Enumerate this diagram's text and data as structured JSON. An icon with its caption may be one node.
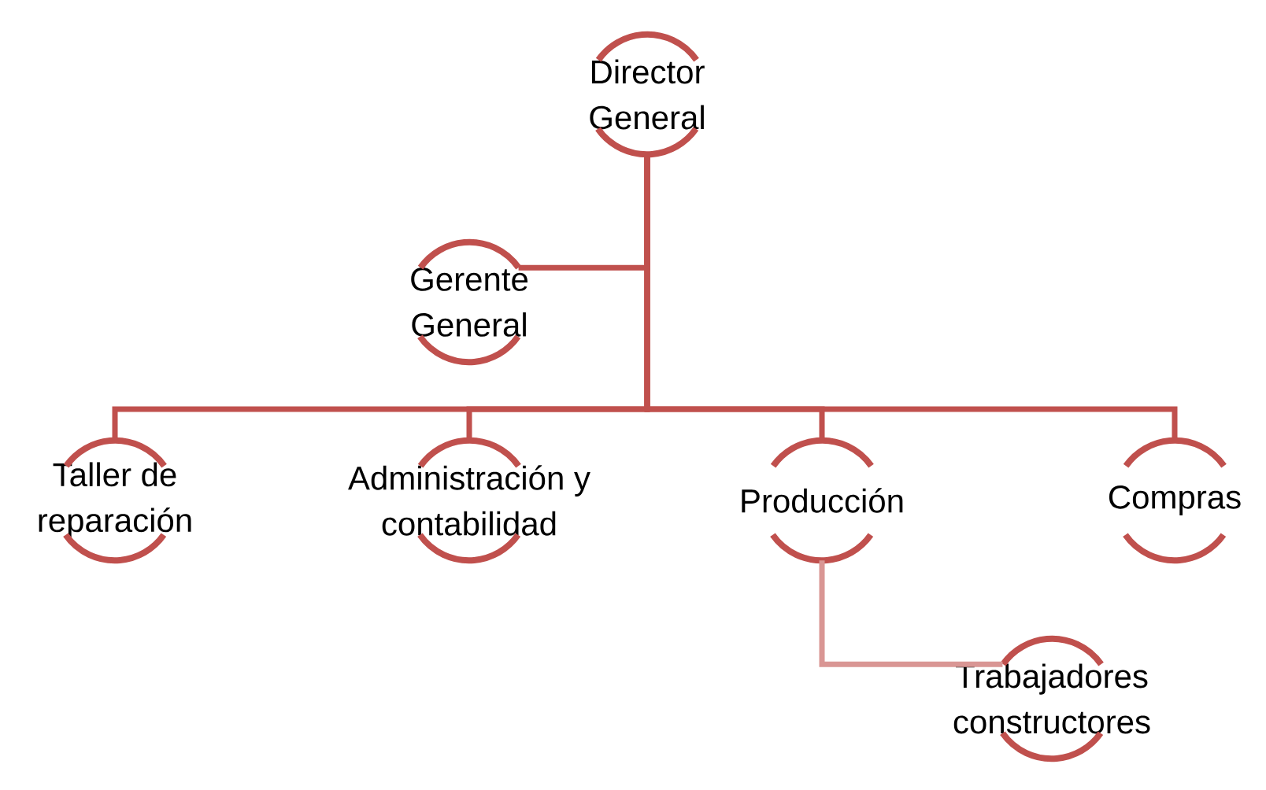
{
  "diagram": {
    "nodes": [
      {
        "text": [
          "Director General"
        ]
      },
      {
        "text": [
          "Gerente General"
        ]
      },
      {
        "text": [
          "Taller de reparación"
        ]
      },
      {
        "text": [
          "Administración y contabilidad"
        ]
      },
      {
        "text": [
          "Producción"
        ]
      },
      {
        "text": [
          "Compras"
        ]
      },
      {
        "text": [
          "Trabajadores constructores"
        ]
      }
    ],
    "edges": [
      {
        "from": 0,
        "to": 1,
        "arrow": "none"
      },
      {
        "from": 0,
        "to": 2,
        "arrow": "none"
      },
      {
        "from": 0,
        "to": 3,
        "arrow": "none"
      },
      {
        "from": 0,
        "to": 4,
        "arrow": "none"
      },
      {
        "from": 0,
        "to": 5,
        "arrow": "none"
      },
      {
        "from": 4,
        "to": 6,
        "arrow": "none",
        "color": "#d99694"
      }
    ]
  }
}
